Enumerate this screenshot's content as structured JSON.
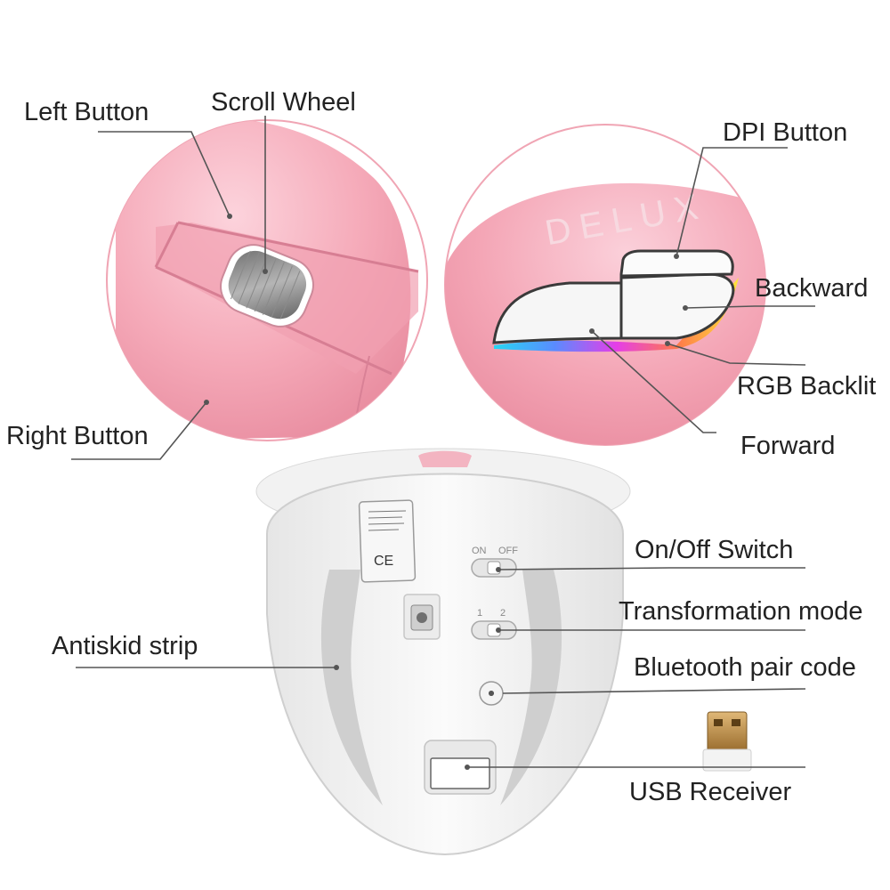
{
  "labels": {
    "left_button": "Left Button",
    "scroll_wheel": "Scroll Wheel",
    "right_button": "Right Button",
    "dpi_button": "DPI Button",
    "backward": "Backward",
    "rgb_backlit": "RGB Backlit",
    "forward": "Forward",
    "on_off_switch": "On/Off Switch",
    "transformation_mode": "Transformation mode",
    "bluetooth_pair_code": "Bluetooth pair code",
    "antiskid_strip": "Antiskid strip",
    "usb_receiver": "USB Receiver"
  },
  "product": {
    "brand_logo": "DELUX",
    "switch_on": "ON",
    "switch_off": "OFF",
    "mode_1": "1",
    "mode_2": "2",
    "cert_mark": "CE"
  },
  "colors": {
    "mouse_pink": "#f5a9b8",
    "mouse_white": "#f4f4f4",
    "label_text": "#222222",
    "leader_line": "#555555"
  }
}
